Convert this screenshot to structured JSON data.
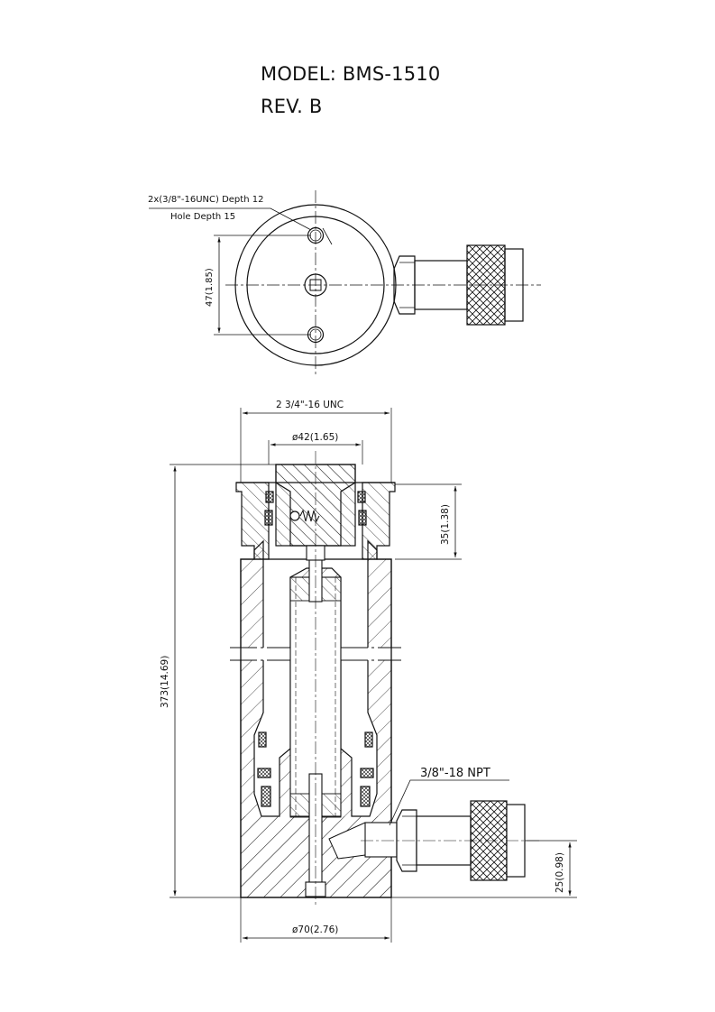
{
  "header": {
    "model": "MODEL: BMS-1510",
    "revision": "REV. B"
  },
  "top_view": {
    "thread_note_line1": "2x(3/8\"-16UNC) Depth 12",
    "thread_note_line2": "Hole Depth 15",
    "hole_spacing": "47(1.85)"
  },
  "section_view": {
    "outer_thread": "2 3/4\"-16 UNC",
    "plunger_diameter": "ø42(1.65)",
    "collar_height": "35(1.38)",
    "overall_height": "373(14.69)",
    "port_thread": "3/8\"-18 NPT",
    "port_height": "25(0.98)",
    "body_diameter": "ø70(2.76)"
  }
}
